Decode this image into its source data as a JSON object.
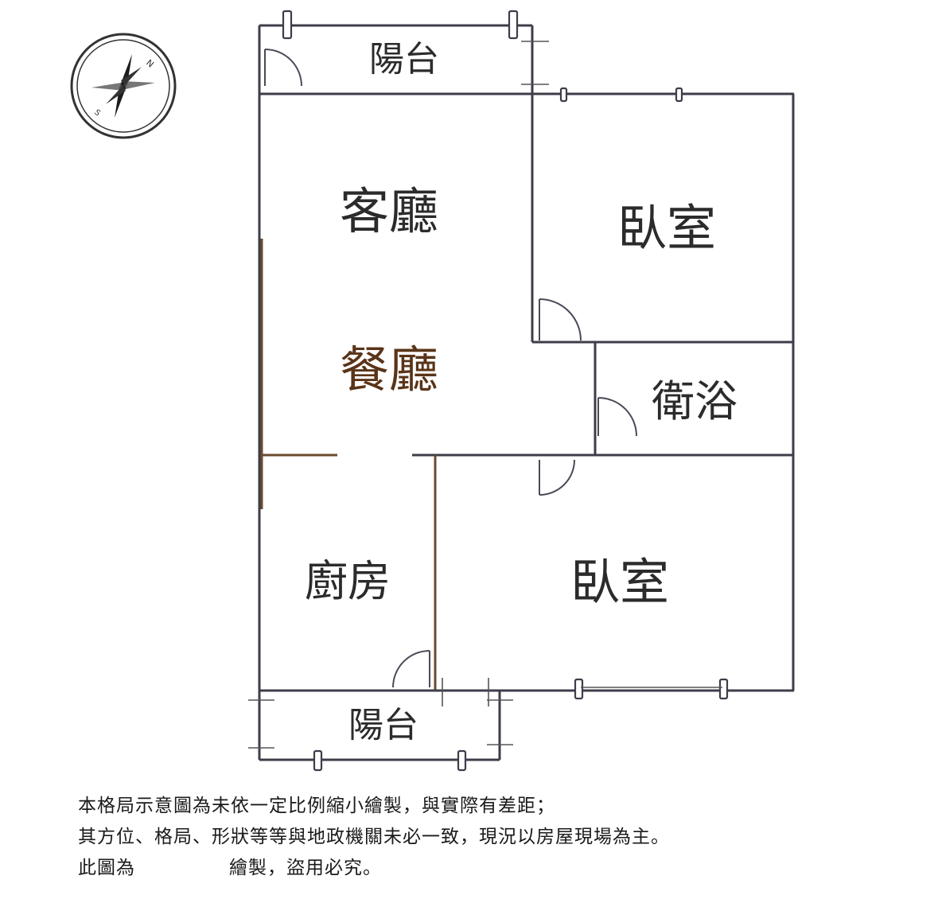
{
  "rooms": {
    "balcony_top": "陽台",
    "living": "客廳",
    "dining": "餐廳",
    "bedroom_top": "臥室",
    "bath": "衛浴",
    "kitchen": "廚房",
    "bedroom_bottom": "臥室",
    "balcony_bottom": "陽台"
  },
  "compass": {
    "north_letter": "N",
    "south_letter": "S"
  },
  "disclaimer": {
    "line1": "本格局示意圖為未依一定比例縮小繪製，與實際有差距；",
    "line2": "其方位、格局、形狀等等與地政機關未必一致，現況以房屋現場為主。",
    "line3_prefix": "此圖為",
    "line3_suffix": "繪製，盜用必究。"
  },
  "colors": {
    "wall": "#3d3d4a",
    "accent_wall": "#6b4a2e",
    "text": "#2b2b2b"
  }
}
